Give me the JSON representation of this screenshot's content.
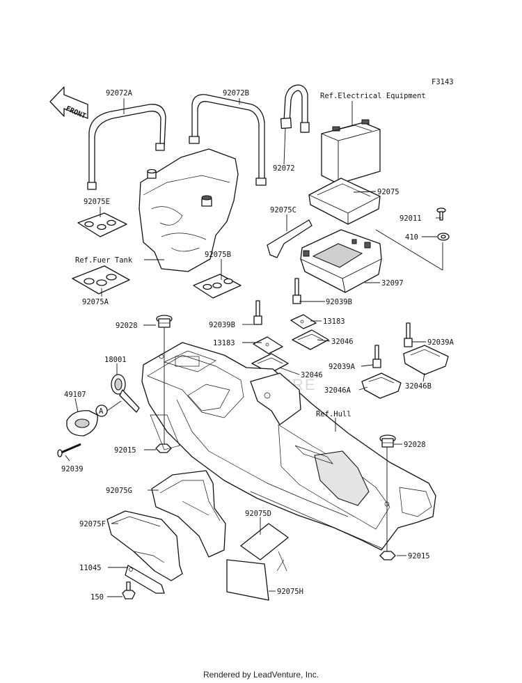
{
  "diagram_code": "F3143",
  "front_arrow": "FRONT",
  "watermark": "LEADVENTURE",
  "footer": "Rendered by LeadVenture, Inc.",
  "callout_a": "A",
  "labels": {
    "p92072A": "92072A",
    "p92072B": "92072B",
    "p92072": "92072",
    "ref_electrical": "Ref.Electrical Equipment",
    "p92075": "92075",
    "p92011": "92011",
    "p410": "410",
    "p92075E": "92075E",
    "p92075C": "92075C",
    "ref_fuel": "Ref.Fuer Tank",
    "p92075B": "92075B",
    "p32097": "32097",
    "p92039B_1": "92039B",
    "p92075A": "92075A",
    "p92039B_2": "92039B",
    "p13183_1": "13183",
    "p92028_1": "92028",
    "p13183_2": "13183",
    "p32046_1": "32046",
    "p92039A_1": "92039A",
    "p18001": "18001",
    "p32046_2": "32046",
    "p92039A_2": "92039A",
    "p32046B": "32046B",
    "p32046A": "32046A",
    "p49107": "49107",
    "ref_hull": "Ref.Hull",
    "p92028_2": "92028",
    "p92015_1": "92015",
    "p92039": "92039",
    "p92075G": "92075G",
    "p92075D": "92075D",
    "p92075F": "92075F",
    "p92015_2": "92015",
    "p11045": "11045",
    "p150": "150",
    "p92075H": "92075H"
  }
}
